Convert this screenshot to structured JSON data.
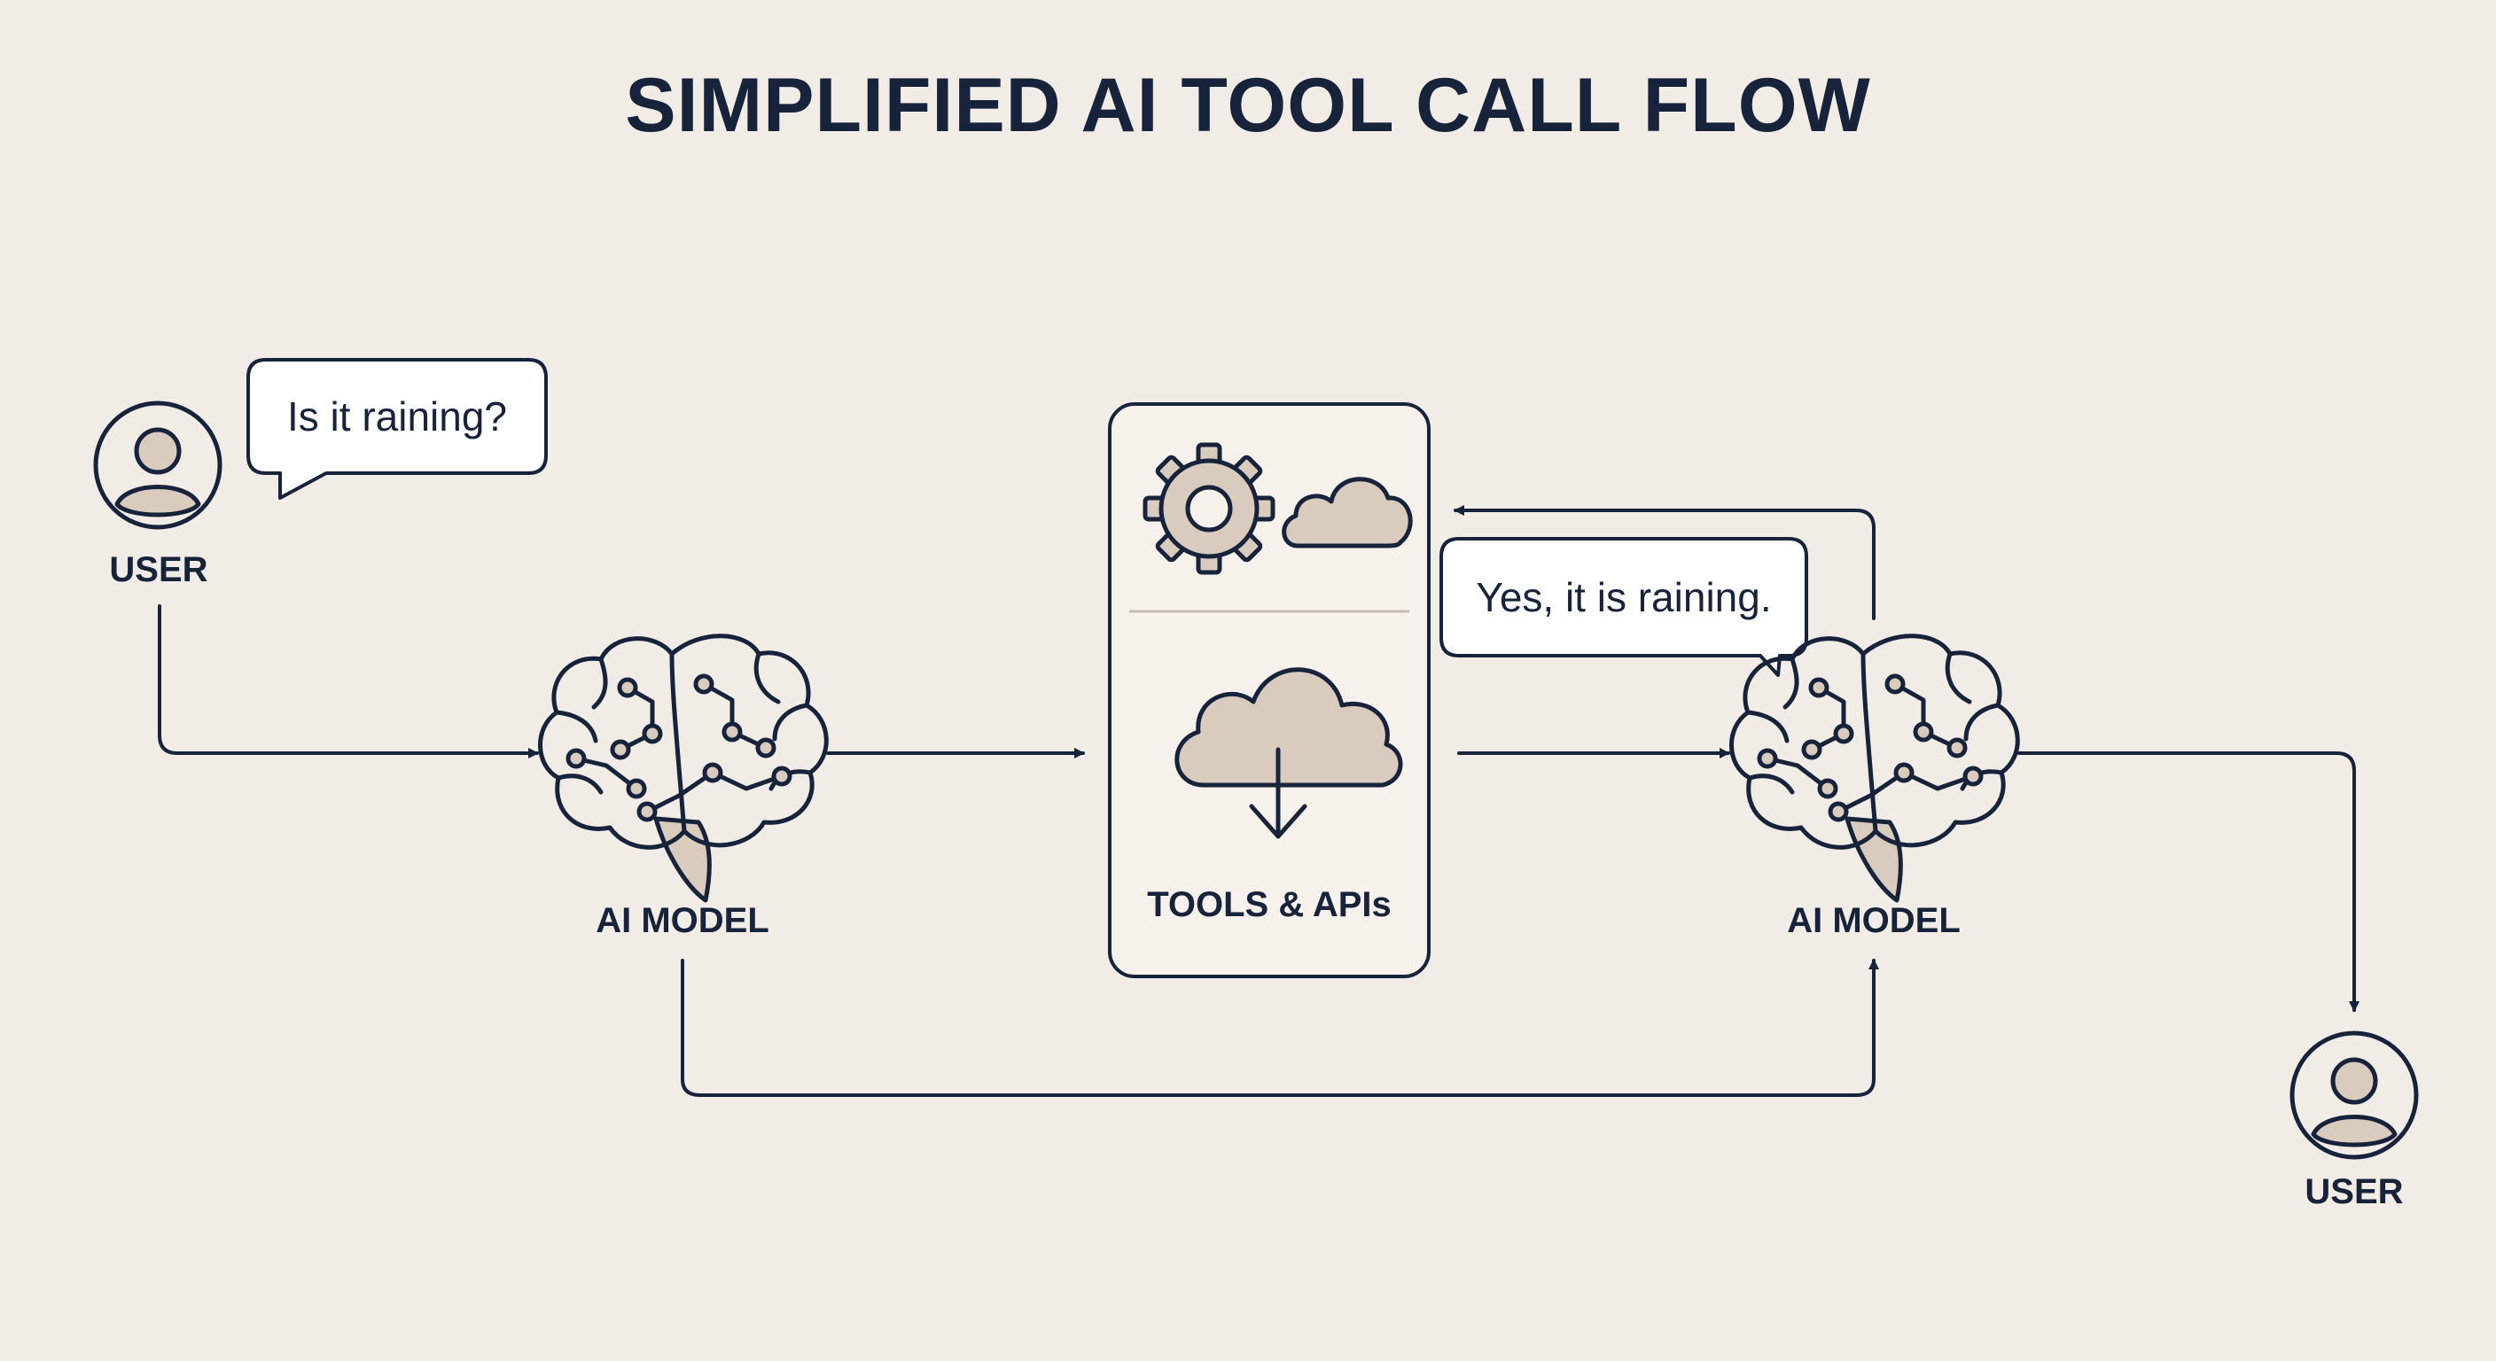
{
  "title": "SIMPLIFIED AI TOOL CALL FLOW",
  "nodes": {
    "user_start": {
      "label": "USER",
      "icon": "user-icon"
    },
    "ai_model_first": {
      "label": "AI MODEL",
      "icon": "brain-icon"
    },
    "tools": {
      "label": "TOOLS & APIs",
      "icons": [
        "gear-icon",
        "cloud-icon",
        "cloud-download-icon"
      ]
    },
    "ai_model_second": {
      "label": "AI MODEL",
      "icon": "brain-icon"
    },
    "user_end": {
      "label": "USER",
      "icon": "user-icon"
    }
  },
  "bubbles": {
    "question": "Is it raining?",
    "answer": "Yes, it is raining."
  },
  "colors": {
    "background": "#f1ece5",
    "ink": "#17233b",
    "accent_fill": "#d9ccbf",
    "panel": "#f6f1eb"
  }
}
